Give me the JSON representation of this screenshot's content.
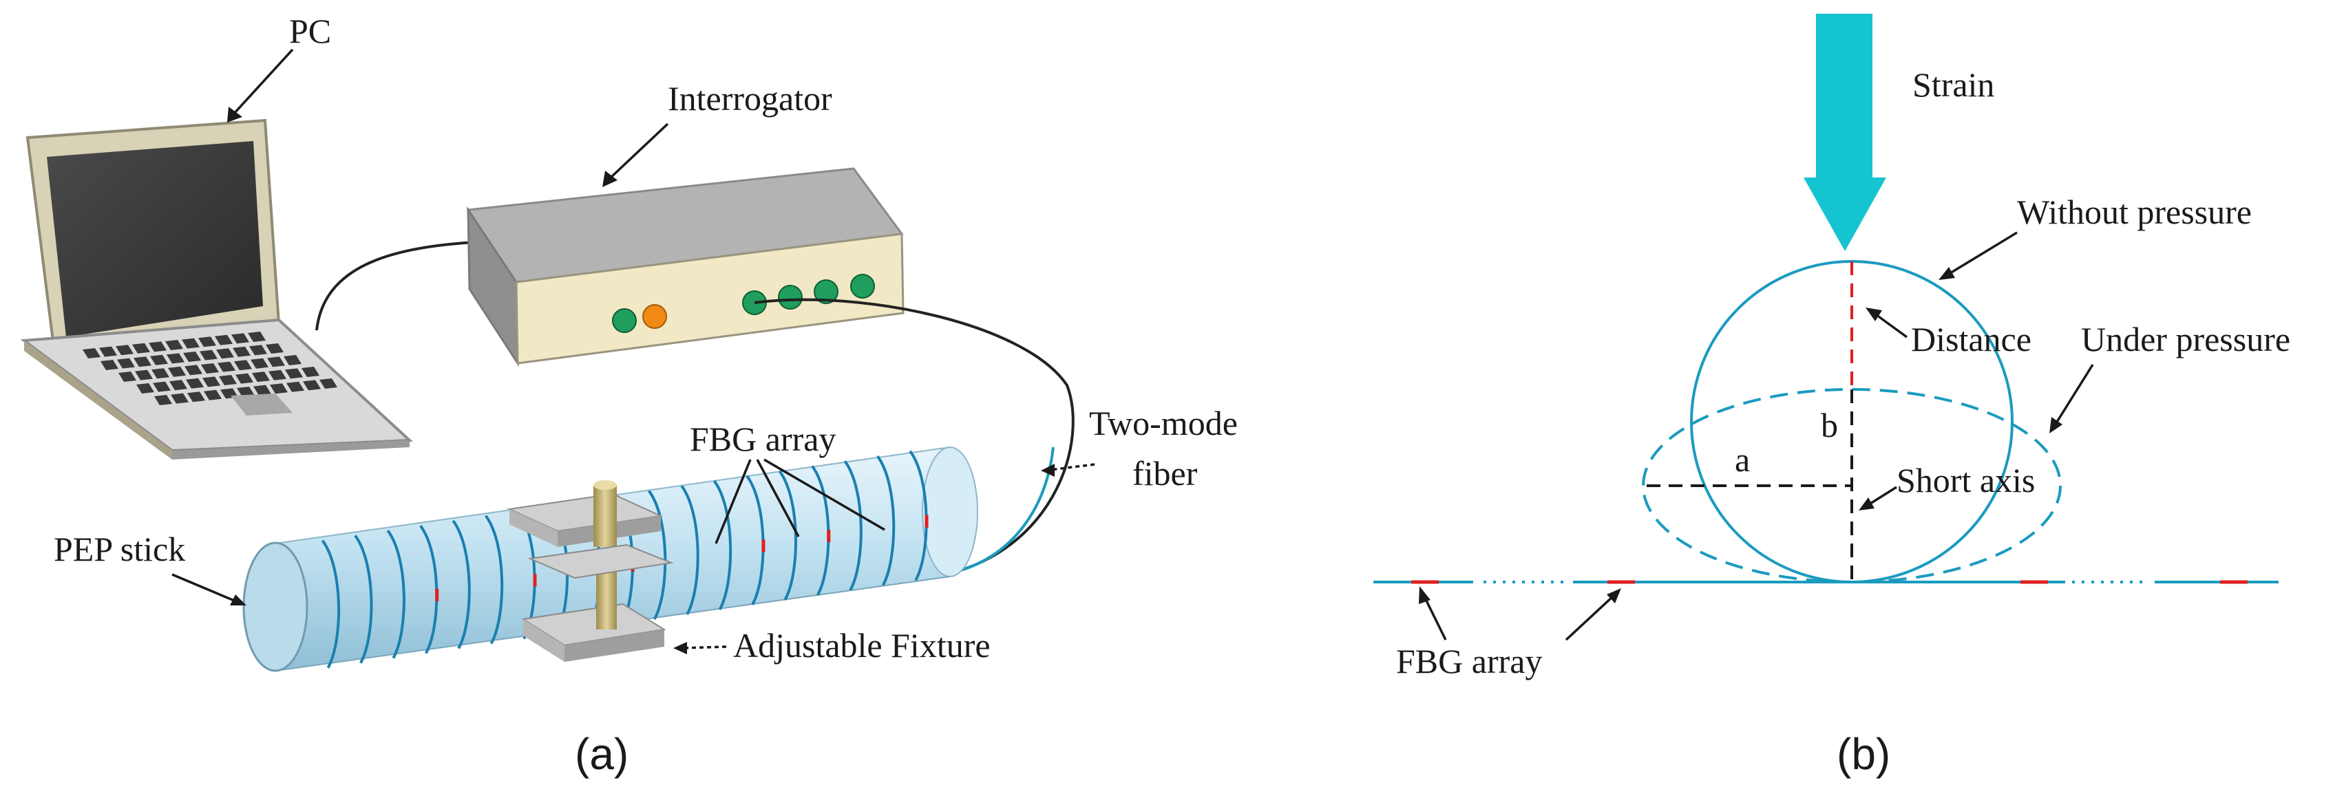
{
  "panel_a": {
    "caption": "(a)",
    "labels": {
      "pc": "PC",
      "interrogator": "Interrogator",
      "fbg_array": "FBG array",
      "two_mode_line1": "Two-mode",
      "two_mode_line2": "fiber",
      "pep_stick": "PEP stick",
      "fixture": "Adjustable Fixture"
    }
  },
  "panel_b": {
    "caption": "(b)",
    "labels": {
      "strain": "Strain",
      "without_pressure": "Without pressure",
      "distance": "Distance",
      "under_pressure": "Under pressure",
      "a": "a",
      "b": "b",
      "short_axis": "Short axis",
      "fbg_array": "FBG array"
    }
  },
  "colors": {
    "fiber": "#1a9bbf",
    "grating": "#e02020",
    "strain_arrow": "#14c4d0",
    "tube": "#c4e4f2",
    "box": "#b8b8b8",
    "box_front": "#f0e8c8",
    "led_green": "#1f9e5e",
    "led_orange": "#f08a14",
    "fixture_plate": "#c8c8c8",
    "fixture_rod": "#c9b57a"
  }
}
